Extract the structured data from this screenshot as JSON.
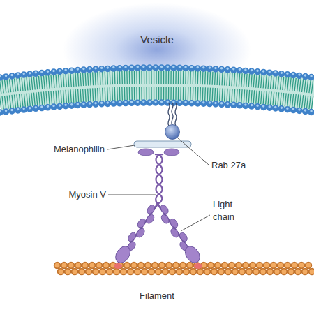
{
  "diagram": {
    "nodes": [
      {
        "text": [
          "Vesicle"
        ]
      }
    ],
    "labels": [
      "Melanophilin",
      "Rab 27a",
      "Myosin V",
      "Light chain",
      "Filament"
    ]
  }
}
